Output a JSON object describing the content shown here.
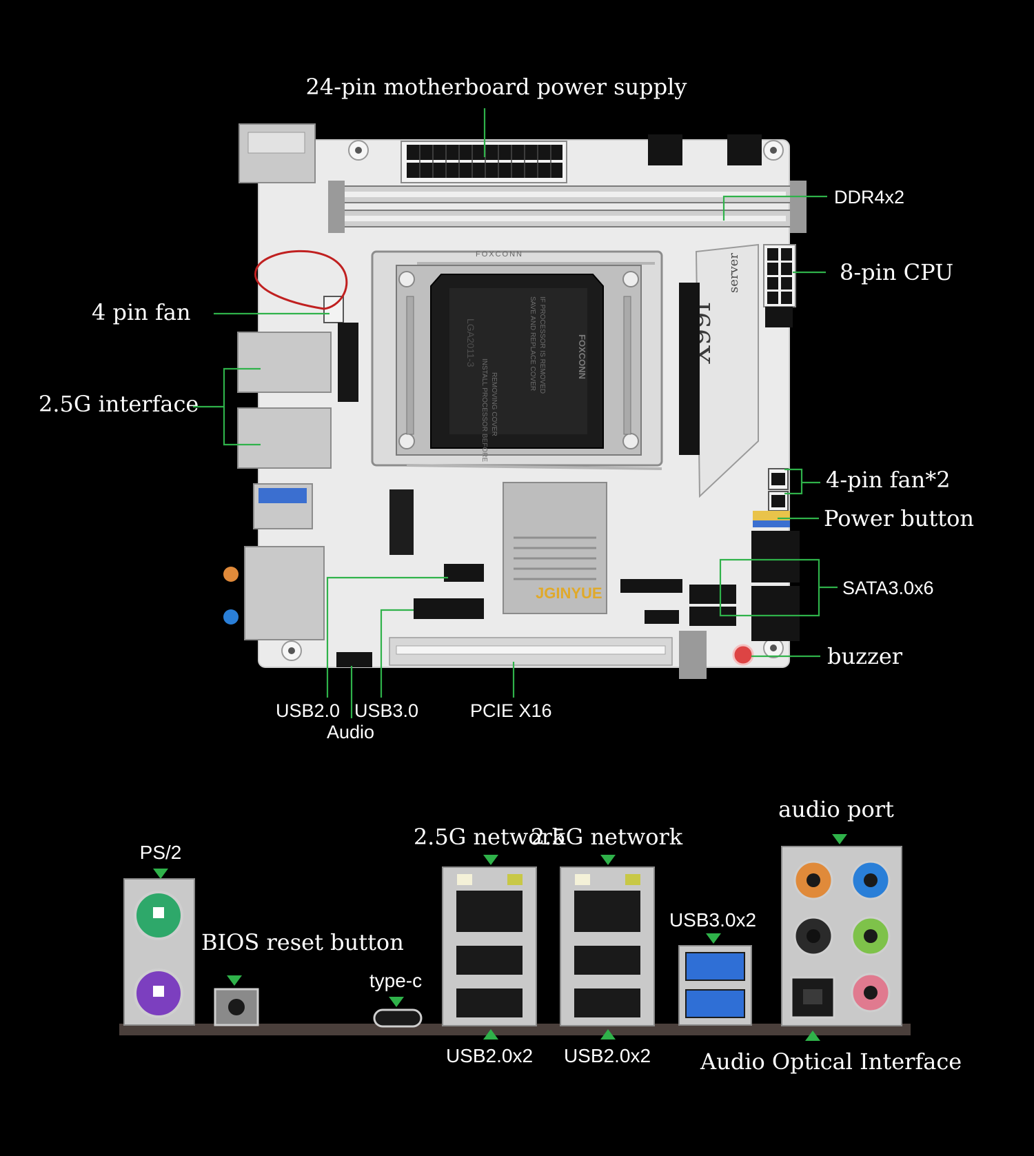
{
  "board_labels": {
    "power24": "24-pin motherboard power supply",
    "ddr4": "DDR4x2",
    "cpu8": "8-pin CPU",
    "fan4": "4 pin fan",
    "lan25": "2.5G interface",
    "fan4x2": "4-pin fan*2",
    "power_button": "Power button",
    "sata": "SATA3.0x6",
    "buzzer": "buzzer",
    "usb20": "USB2.0",
    "usb30": "USB3.0",
    "audio": "Audio",
    "pcie": "PCIE X16"
  },
  "board_print": {
    "brand": "JGINYUE",
    "model": "X99I",
    "model_sub": "server",
    "socket_brand": "FOXCONN",
    "socket_name": "LGA2011-3",
    "cover_text": [
      "INSTALL PROCESSOR BEFORE",
      "REMOVING COVER",
      "SAVE AND REPLACE COVER",
      "IF PROCESSOR IS REMOVED"
    ]
  },
  "io_labels": {
    "ps2": "PS/2",
    "bios_reset": "BIOS reset button",
    "typec": "type-c",
    "net1": "2.5G network",
    "net2": "2.5G network",
    "usb30x2": "USB3.0x2",
    "audio_port": "audio port",
    "usb20x2_1": "USB2.0x2",
    "usb20x2_2": "USB2.0x2",
    "optical": "Audio Optical Interface"
  },
  "colors": {
    "leader": "#2fb24a",
    "ps2_keyboard": "#7c3fbf",
    "ps2_mouse": "#2ea86a",
    "usb3_blue": "#2f6fd6",
    "audio_orange": "#e08a3a",
    "audio_blue": "#2a7fd8",
    "audio_green": "#7ec24a",
    "audio_pink": "#e07a8f",
    "heatsink_text": "#e0a92a"
  }
}
